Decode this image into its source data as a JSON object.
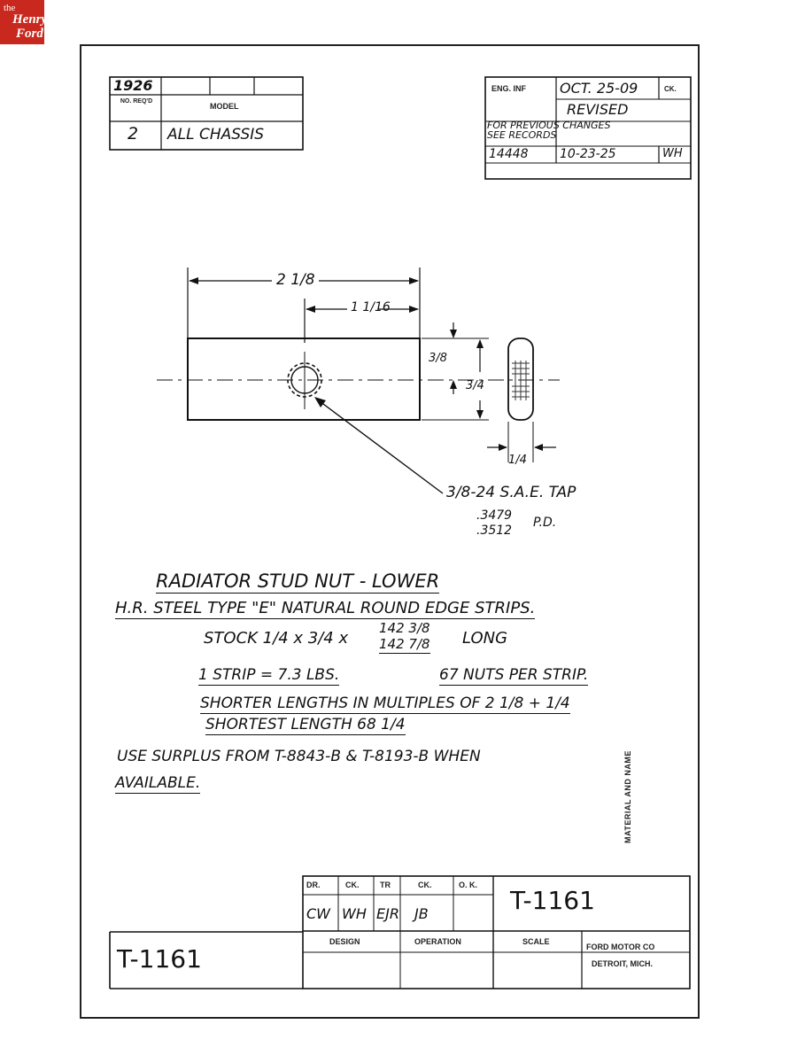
{
  "logo": {
    "line1": "the",
    "line2": "Henry",
    "line3": "Ford"
  },
  "top_left_box": {
    "year": "1926",
    "no_reqd_label": "NO. REQ'D",
    "model_label": "MODEL",
    "no_reqd_value": "2",
    "model_value": "ALL CHASSIS"
  },
  "top_right_box": {
    "eng_inf_label": "ENG. INF",
    "date": "OCT. 25-09",
    "ck_label": "CK.",
    "revised": "REVISED",
    "previous_changes_1": "FOR PREVIOUS CHANGES",
    "previous_changes_2": "SEE RECORDS",
    "change_no": "14448",
    "change_date": "10-23-25",
    "change_ck": "WH"
  },
  "drawing": {
    "overall_length": "2 1/8",
    "hole_position": "1 1/16",
    "hole_offset": "3/8",
    "width": "3/4",
    "thickness": "1/4",
    "tap_spec": "3/8-24 S.A.E. TAP",
    "pd_upper": ".3479",
    "pd_lower": ".3512",
    "pd_label": "P.D."
  },
  "notes": {
    "title": "RADIATOR STUD NUT - LOWER",
    "material": "H.R. STEEL TYPE \"E\" NATURAL ROUND EDGE STRIPS.",
    "stock_prefix": "STOCK 1/4 x 3/4 x",
    "stock_len_upper": "142 3/8",
    "stock_len_lower": "142 7/8",
    "stock_suffix": "LONG",
    "strip_weight": "1 STRIP = 7.3 LBS.",
    "nuts_per_strip": "67 NUTS PER STRIP.",
    "shorter_lengths": "SHORTER LENGTHS IN MULTIPLES OF 2 1/8 + 1/4",
    "shortest_length": "SHORTEST LENGTH 68 1/4",
    "surplus_line1": "USE SURPLUS FROM T-8843-B & T-8193-B WHEN",
    "surplus_line2": "AVAILABLE."
  },
  "side_label": "MATERIAL AND NAME",
  "title_block": {
    "dr_label": "DR.",
    "ck_label": "CK.",
    "tr_label": "TR",
    "ck2_label": "CK.",
    "ok_label": "O. K.",
    "dr_value": "CW",
    "ck_value": "WH",
    "tr_value": "EJR",
    "ck2_value": "JB",
    "part_number": "T-1161",
    "design_label": "DESIGN",
    "operation_label": "OPERATION",
    "scale_label": "SCALE",
    "company_line1": "FORD MOTOR CO",
    "company_line2": "DETROIT, MICH."
  },
  "bottom_left_part_number": "T-1161"
}
